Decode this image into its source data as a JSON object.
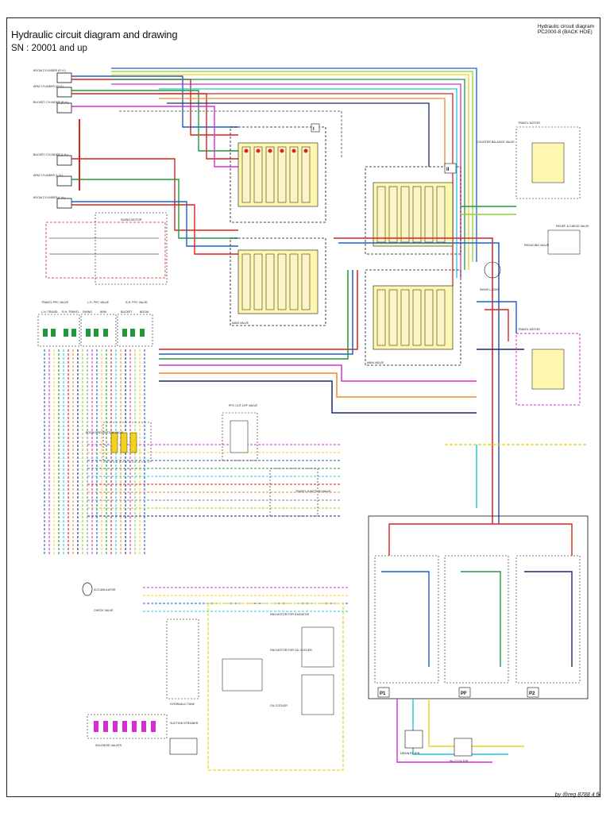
{
  "header": {
    "title": "Hydraulic circuit diagram and drawing",
    "serial": "SN : 20001 and up"
  },
  "meta": {
    "doc_title": "Hydraulic circuit diagram",
    "model": "PC2000-8 (BACK HOE)"
  },
  "footer": {
    "signature": "by @reg 8788 4 fk"
  },
  "labels": {
    "cyl_boom_r": "BOOM CYLINDER (R.H.)",
    "cyl_arm_r": "ARM CYLINDER (R.H.)",
    "cyl_bucket_r": "BUCKET CYLINDER (R.H.)",
    "cyl_bucket_l": "BUCKET CYLINDER (L.H.)",
    "cyl_arm_l": "ARM CYLINDER (L.H.)",
    "cyl_boom_l": "BOOM CYLINDER (L.H.)",
    "travel_ppc": "TRAVEL PPC VALVE",
    "lh_ppc": "L.H. PPC VALVE",
    "rh_ppc": "R.H. PPC VALVE",
    "lh_travel": "L.H. TRAVEL",
    "rh_travel": "R.H. TRAVEL",
    "swing": "SWING",
    "arm": "ARM",
    "bucket": "BUCKET",
    "boom": "BOOM",
    "boom_prevention": "BOOM PREVENTION VALVE",
    "ppc_cutoff": "PPC CUT-OFF VALVE",
    "main_valve": "MAIN VALVE",
    "accumulator": "ACCUMULATOR",
    "check_valve": "CHECK VALVE",
    "hydraulic_tank": "HYDRAULIC TANK",
    "suction_strainer": "SUCTION STRAINER",
    "oil_cooler": "OIL COOLER",
    "drain_filter": "DRAIN FILTER",
    "pilot_filter": "PILOT FILTER",
    "swivel_joint": "SWIVEL JOINT",
    "travel_motor": "TRAVEL MOTOR",
    "swing_motor": "SWING MOTOR",
    "relief_valve": "RELIEF & CHECK VALVE",
    "reducing_valve": "REDUCING VALVE",
    "counter_balance": "COUNTER BALANCE VALVE",
    "pump_p1": "P1",
    "pump_pf": "PF",
    "pump_p2": "P2",
    "tag_i": "I",
    "tag_ii": "II",
    "fan_motor_radiator": "FAN MOTOR FOR RADIATOR",
    "fan_motor_cooler": "FAN MOTOR FOR OIL COOLER",
    "travel_junction": "TRAVEL JUNCTION VALVE",
    "solenoid_valves": "SOLENOID VALVES"
  },
  "colors": {
    "red": "#d9241c",
    "blue": "#1f5fc8",
    "navy": "#1b2a6b",
    "green": "#1e9a3a",
    "yellow": "#f2d21a",
    "magenta": "#d62fd0",
    "cyan": "#20c8d8",
    "orange": "#f08a1c",
    "black": "#111111",
    "grey": "#888888",
    "lime": "#8cd42c",
    "brown": "#8a5a2b"
  }
}
